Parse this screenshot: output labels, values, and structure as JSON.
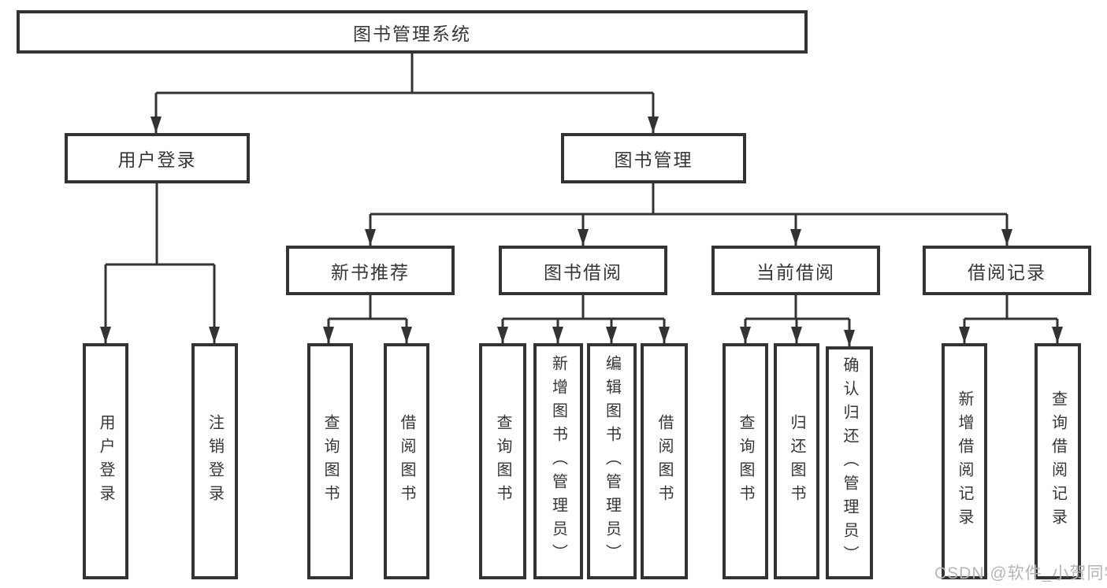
{
  "nodes": {
    "root": "图书管理系统",
    "user_login": "用户登录",
    "book_mgmt": "图书管理",
    "login": "用户登录",
    "logout": "注销登录",
    "new_book": "新书推荐",
    "borrow": "图书借阅",
    "current": "当前借阅",
    "records": "借阅记录",
    "nb_query": "查询图书",
    "nb_borrow": "借阅图书",
    "bb_query": "查询图书",
    "bb_add": "新增图书（管理员）",
    "bb_edit": "编辑图书（管理员）",
    "bb_borrow": "借阅图书",
    "cb_query": "查询图书",
    "cb_return": "归还图书",
    "cb_confirm": "确认归还（管理员）",
    "br_add": "新增借阅记录",
    "br_query": "查询借阅记录"
  },
  "watermark": "CSDN @软件_小贺同学",
  "colors": {
    "line": "#333333",
    "text": "#363636",
    "background": "#ffffff",
    "watermark": "#b5b5b5"
  }
}
